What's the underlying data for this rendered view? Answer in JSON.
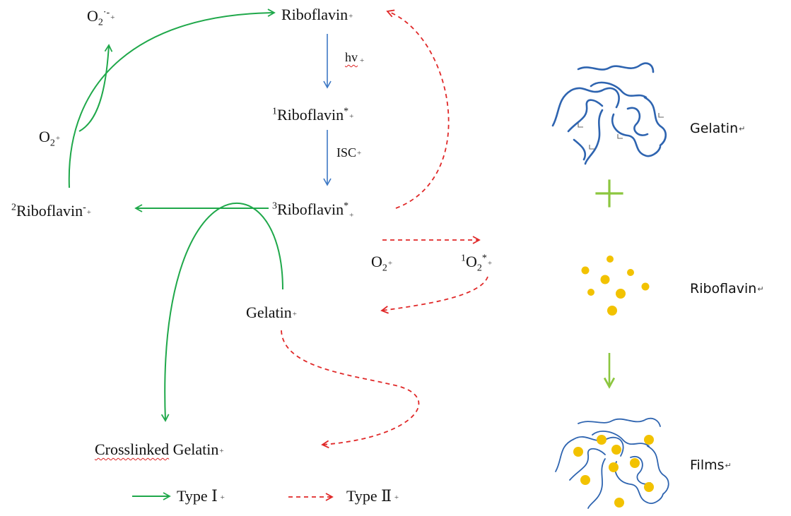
{
  "mechanism": {
    "riboflavin": "Riboflavin",
    "hv": "hv",
    "singlet_sup": "1",
    "singlet_name": "Riboflavin",
    "singlet_star": "*",
    "isc": "ISC",
    "triplet_sup": "3",
    "triplet_name": "Riboflavin",
    "triplet_star": "*",
    "radical_sup": "2",
    "radical_name": "Riboflavin",
    "radical_charge": "-",
    "o2_left_base": "O",
    "o2_left_sub": "2",
    "superoxide_base": "O",
    "superoxide_sub": "2",
    "superoxide_sup": "·-",
    "o2_right_base": "O",
    "o2_right_sub": "2",
    "singlet_o2_pre": "1",
    "singlet_o2_base": "O",
    "singlet_o2_sub": "2",
    "singlet_o2_star": "*",
    "gelatin": "Gelatin",
    "crosslinked_1": "Crosslinked",
    "crosslinked_2": " Gelatin"
  },
  "legend": {
    "type1": "Type Ⅰ",
    "type2": "Type Ⅱ"
  },
  "illustration": {
    "gelatin": "Gelatin",
    "plus": "+",
    "riboflavin": "Riboflavin",
    "films": "Films"
  },
  "colors": {
    "type1": "#1fa84a",
    "type2": "#e02828",
    "photo": "#3d78c4",
    "chain": "#2e64b0",
    "dot": "#f2c200",
    "step": "#8cc63f"
  }
}
